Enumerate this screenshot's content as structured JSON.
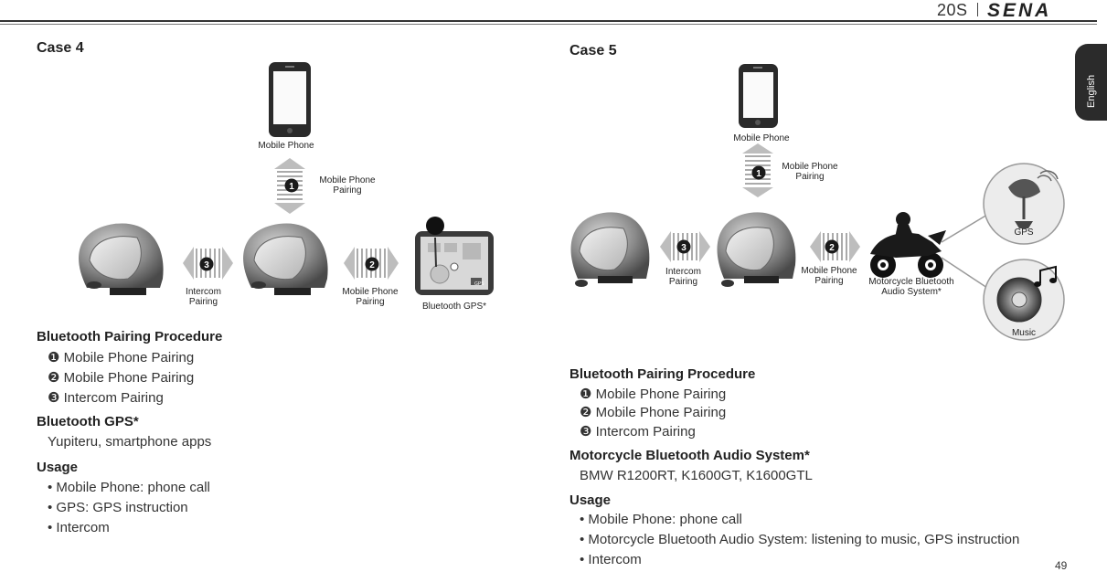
{
  "header": {
    "model": "20S",
    "brand": "SENA",
    "language_tab": "English",
    "page_number": "49"
  },
  "case4": {
    "title": "Case 4",
    "diagram": {
      "mobile_phone": "Mobile Phone",
      "step1_label": "Mobile Phone Pairing",
      "step2_label": "Mobile Phone Pairing",
      "step3_label": "Intercom Pairing",
      "gps_device": "Bluetooth GPS*",
      "gps_screen_text": "GPS",
      "steps": [
        "1",
        "2",
        "3"
      ]
    },
    "procedure_heading": "Bluetooth Pairing Procedure",
    "procedure": [
      "❶ Mobile Phone Pairing",
      "❷ Mobile Phone Pairing",
      "❸ Intercom Pairing"
    ],
    "gps_heading": "Bluetooth GPS*",
    "gps_text": "Yupiteru, smartphone apps",
    "usage_heading": "Usage",
    "usage": [
      "• Mobile Phone: phone call",
      "• GPS: GPS instruction",
      "• Intercom"
    ]
  },
  "case5": {
    "title": "Case 5",
    "diagram": {
      "mobile_phone": "Mobile Phone",
      "step1_label": "Mobile Phone Pairing",
      "step2_label": "Mobile Phone Pairing",
      "step3_label": "Intercom Pairing",
      "motorcycle": "Motorcycle Bluetooth Audio System*",
      "gps": "GPS",
      "music": "Music",
      "steps": [
        "1",
        "2",
        "3"
      ]
    },
    "procedure_heading": "Bluetooth Pairing Procedure",
    "procedure": [
      "❶ Mobile Phone Pairing",
      "❷ Mobile Phone Pairing",
      "❸ Intercom Pairing"
    ],
    "audio_heading": "Motorcycle Bluetooth Audio System*",
    "audio_text": "BMW R1200RT, K1600GT, K1600GTL",
    "usage_heading": "Usage",
    "usage": [
      "• Mobile Phone:  phone call",
      "• Motorcycle Bluetooth Audio System: listening to music, GPS instruction",
      "• Intercom"
    ]
  }
}
